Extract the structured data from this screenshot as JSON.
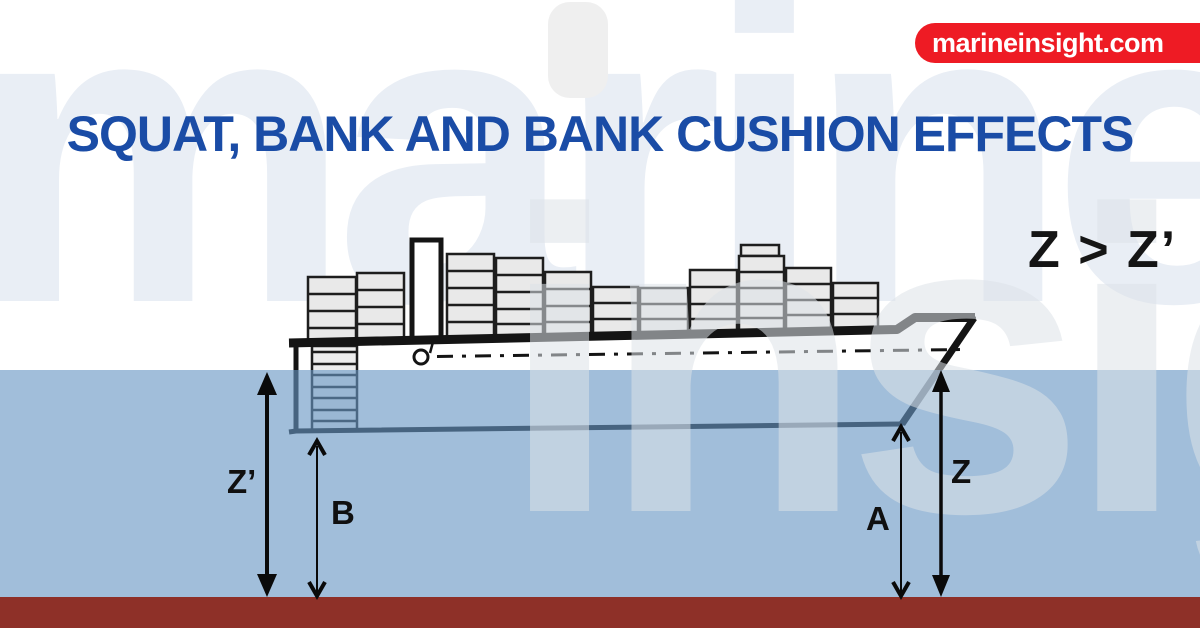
{
  "site_badge": {
    "text": "marineinsight.com",
    "bg_color": "#EE1B24",
    "text_color": "#FFFFFF"
  },
  "title": {
    "text": "SQUAT, BANK AND BANK CUSHION EFFECTS",
    "color": "#1A4CA6"
  },
  "relation_note": "Z > Z’",
  "diagram": {
    "labels": {
      "z_prime": "Z’",
      "b": "B",
      "a": "A",
      "z": "Z"
    },
    "watermark": {
      "word_top": "marine",
      "word_bottom": "insight"
    },
    "colors": {
      "water": "#A2BFDB",
      "seabed": "#8E3028",
      "ship_line": "#141414",
      "container_fill": "#E9E9E9",
      "title_blue": "#1A4CA6",
      "badge_red": "#EE1B24"
    }
  }
}
